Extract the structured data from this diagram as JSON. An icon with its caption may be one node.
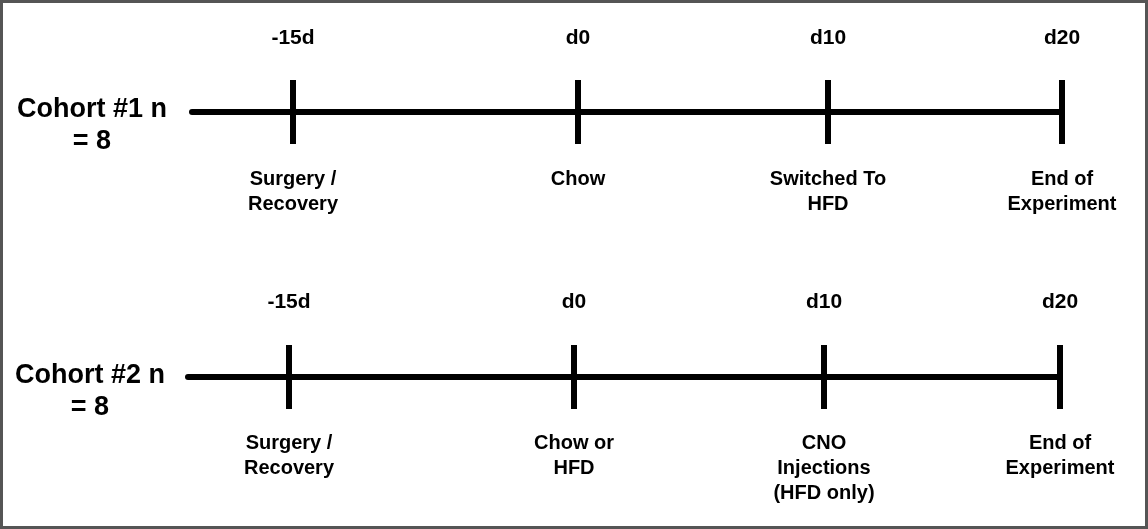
{
  "diagram": {
    "labels": [
      "-15d",
      "d0",
      "d10",
      "d20",
      "Cohort #1 n = 8",
      "Surgery / Recovery",
      "Chow",
      "Switched To HFD",
      "End of Experiment",
      "-15d",
      "d0",
      "d10",
      "d20",
      "Cohort #2 n = 8",
      "Surgery / Recovery",
      "Chow or HFD",
      "CNO Injections (HFD only)",
      "End of Experiment"
    ]
  }
}
